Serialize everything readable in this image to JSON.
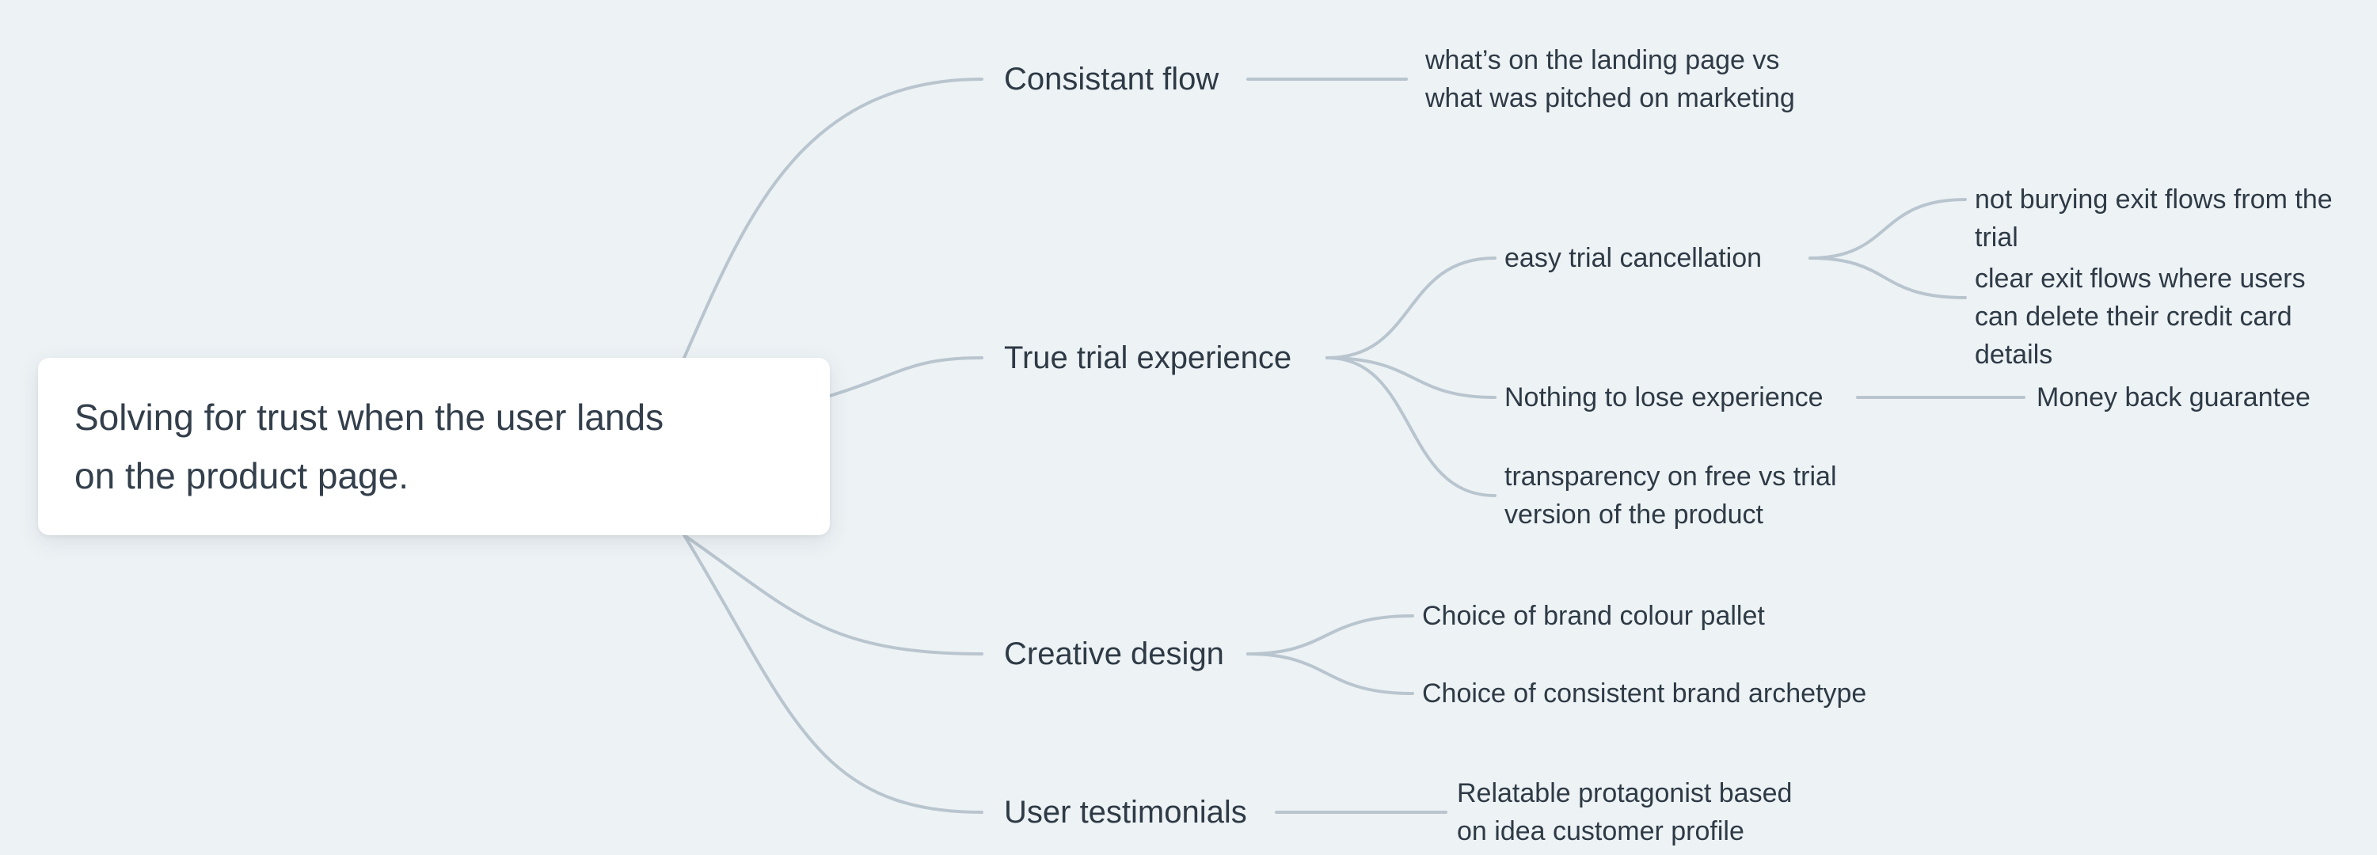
{
  "canvas": {
    "background_color": "#edf2f5",
    "connector_color": "#b9c5ce",
    "text_color": "#2e3a45",
    "root_node_background": "#ffffff"
  },
  "mindmap": {
    "root": {
      "text": "Solving for trust when the user lands\non the product page."
    },
    "branches": [
      {
        "label": "Consistant flow",
        "children": [
          {
            "text": "what’s on the landing page vs\nwhat was pitched on marketing",
            "children": []
          }
        ]
      },
      {
        "label": "True trial experience",
        "children": [
          {
            "text": "easy trial cancellation",
            "children": [
              {
                "text": "not burying exit flows from the trial",
                "children": []
              },
              {
                "text": "clear exit flows where users\ncan delete their credit card details",
                "children": []
              }
            ]
          },
          {
            "text": "Nothing to lose experience",
            "children": [
              {
                "text": "Money back guarantee",
                "children": []
              }
            ]
          },
          {
            "text": "transparency on free vs trial\nversion of the product",
            "children": []
          }
        ]
      },
      {
        "label": "Creative design",
        "children": [
          {
            "text": "Choice of brand colour pallet",
            "children": []
          },
          {
            "text": "Choice of consistent brand archetype",
            "children": []
          }
        ]
      },
      {
        "label": "User testimonials",
        "children": [
          {
            "text": "Relatable protagonist based\non idea customer profile",
            "children": []
          }
        ]
      }
    ]
  }
}
